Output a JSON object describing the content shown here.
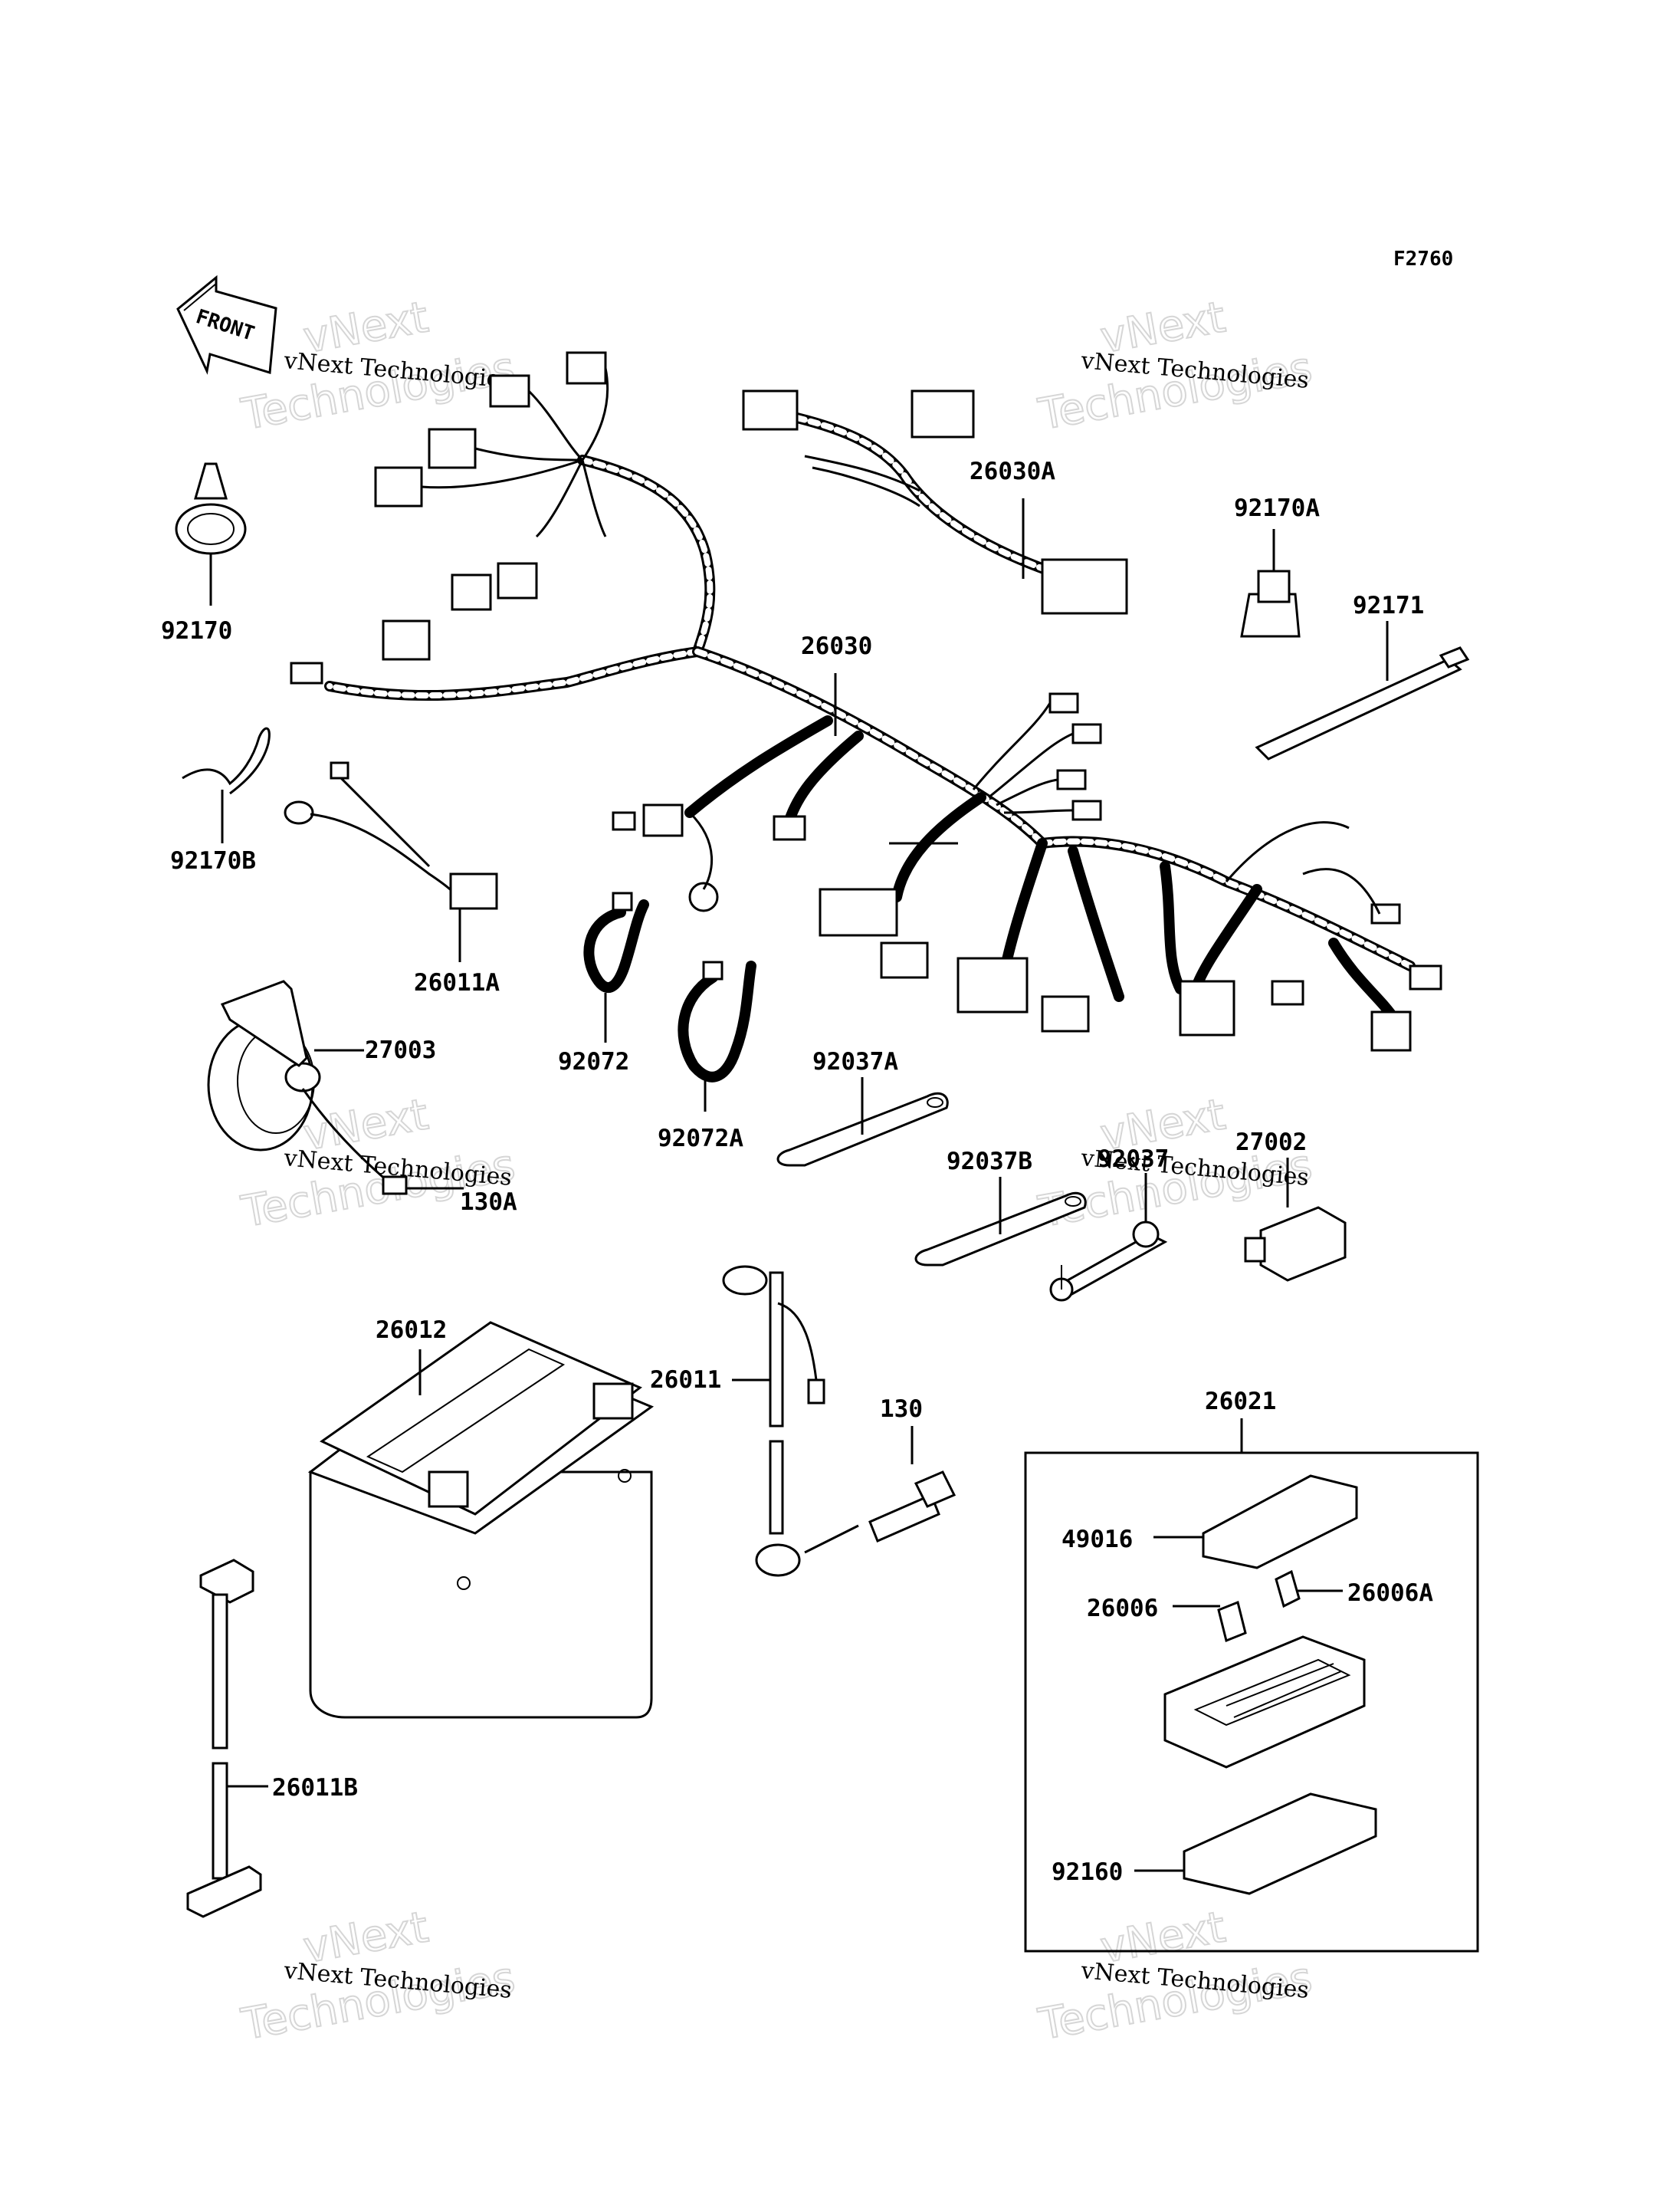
{
  "figure_code": "F2760",
  "front_badge": "FRONT",
  "watermark": {
    "company": "vNext Technologies",
    "word1": "vNext",
    "word2": "Technologies"
  },
  "parts": {
    "p92170": "92170",
    "p92170A": "92170A",
    "p92170B": "92170B",
    "p92171": "92171",
    "p26030": "26030",
    "p26030A": "26030A",
    "p26011A": "26011A",
    "p27003": "27003",
    "p92072": "92072",
    "p92072A": "92072A",
    "p92037A": "92037A",
    "p92037B": "92037B",
    "p92037": "92037",
    "p27002": "27002",
    "p130A": "130A",
    "p26012": "26012",
    "p26011": "26011",
    "p130": "130",
    "p26021": "26021",
    "p49016": "49016",
    "p26006A": "26006A",
    "p26006": "26006",
    "p26011B": "26011B",
    "p92160": "92160"
  }
}
